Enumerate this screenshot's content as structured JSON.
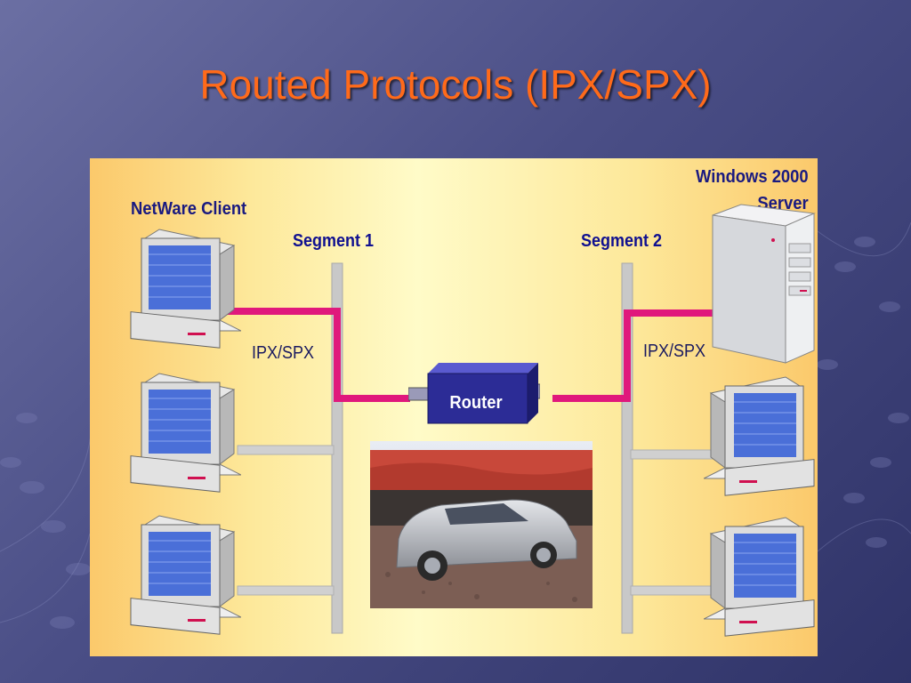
{
  "slide": {
    "title": "Routed Protocols (IPX/SPX)"
  },
  "diagram": {
    "client_label": "NetWare Client",
    "server_label_line1": "Windows 2000",
    "server_label_line2": "Server",
    "segment1_label": "Segment 1",
    "segment2_label": "Segment 2",
    "protocol_left_label": "IPX/SPX",
    "protocol_right_label": "IPX/SPX",
    "router_label": "Router"
  },
  "colors": {
    "title": "#ff6a1a",
    "link": "#e0187c",
    "backbone": "#c8c8c8",
    "router": "#2c2c96"
  },
  "icons": {
    "client": "desktop-computer-icon",
    "server": "tower-server-icon",
    "router": "router-box-icon"
  }
}
